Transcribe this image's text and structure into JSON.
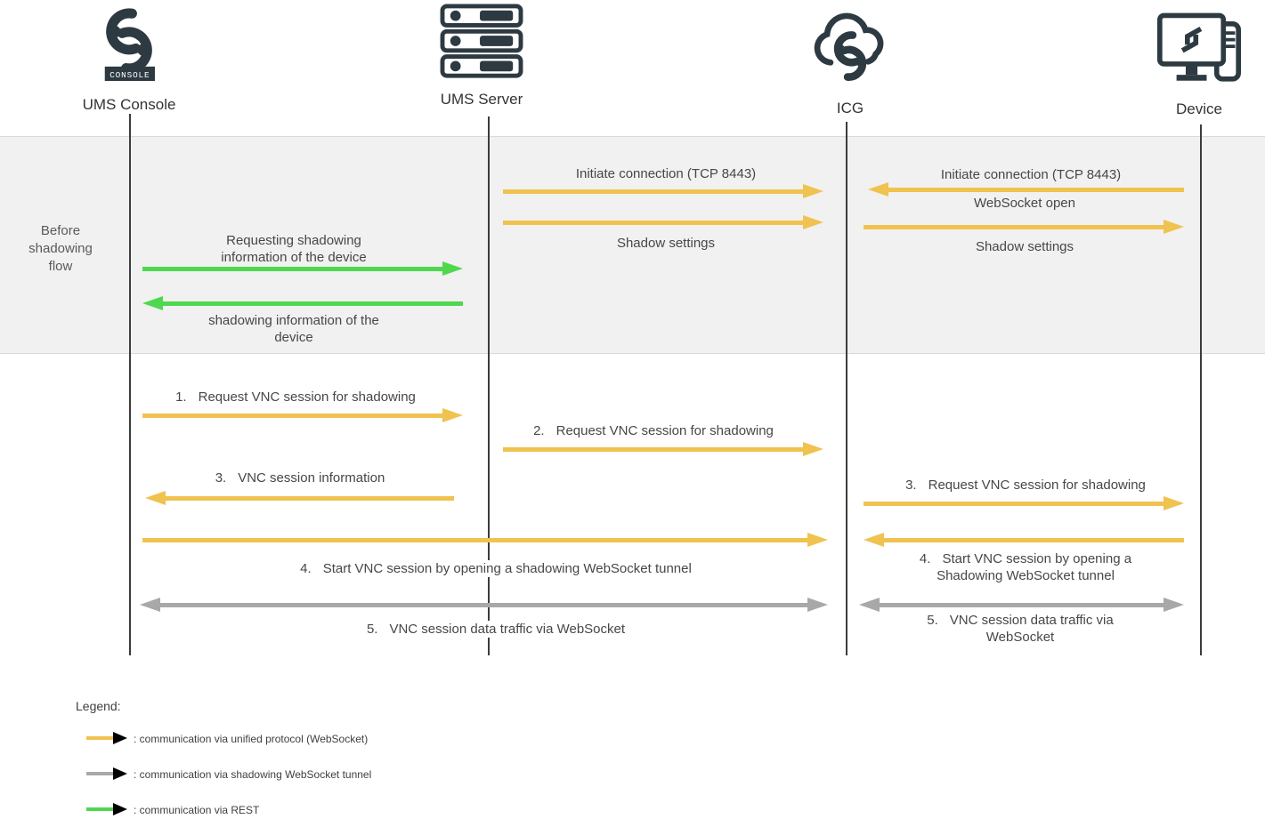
{
  "actors": {
    "ums_console": {
      "label": "UMS Console",
      "icon": "igel-console-logo-icon",
      "banner": "CONSOLE"
    },
    "ums_server": {
      "label": "UMS Server",
      "icon": "server-stack-icon"
    },
    "icg": {
      "label": "ICG",
      "icon": "cloud-logo-icon"
    },
    "device": {
      "label": "Device",
      "icon": "monitor-pc-icon"
    }
  },
  "before": {
    "label": "Before shadowing flow",
    "init_server_icg": "Initiate connection (TCP 8443)",
    "init_device_icg": "Initiate connection (TCP 8443)",
    "websocket_open": "WebSocket open",
    "shadow_settings_icg": "Shadow settings",
    "shadow_settings_device": "Shadow settings",
    "request_info": "Requesting shadowing information of the device",
    "info_response": "shadowing information of the device"
  },
  "flow": {
    "step1": {
      "num": "1.",
      "text": "Request VNC session for shadowing"
    },
    "step2": {
      "num": "2.",
      "text": "Request VNC session for shadowing"
    },
    "step3_console": {
      "num": "3.",
      "text": "VNC session information"
    },
    "step3_device": {
      "num": "3.",
      "text": "Request VNC session for shadowing"
    },
    "step4_tunnel": {
      "num": "4.",
      "text": "Start VNC session by opening a shadowing WebSocket tunnel"
    },
    "step4_device": {
      "num": "4.",
      "text": "Start VNC session by opening a Shadowing WebSocket tunnel"
    },
    "step5_tunnel": {
      "num": "5.",
      "text": "VNC session data traffic via WebSocket"
    },
    "step5_device": {
      "num": "5.",
      "text": "VNC session data traffic via WebSocket"
    }
  },
  "legend": {
    "title": "Legend:",
    "items": [
      {
        "color": "#f0c24f",
        "label": ": communication via unified protocol (WebSocket)"
      },
      {
        "color": "#a8a8a8",
        "label": ": communication via shadowing WebSocket tunnel"
      },
      {
        "color": "#4fd84f",
        "label": ": communication via REST"
      }
    ]
  },
  "colors": {
    "unified_protocol_arrow": "#f0c24f",
    "websocket_tunnel_arrow": "#a8a8a8",
    "rest_arrow": "#4fd84f",
    "icon_ink": "#2d3a42",
    "band_background": "#f1f1f1"
  }
}
